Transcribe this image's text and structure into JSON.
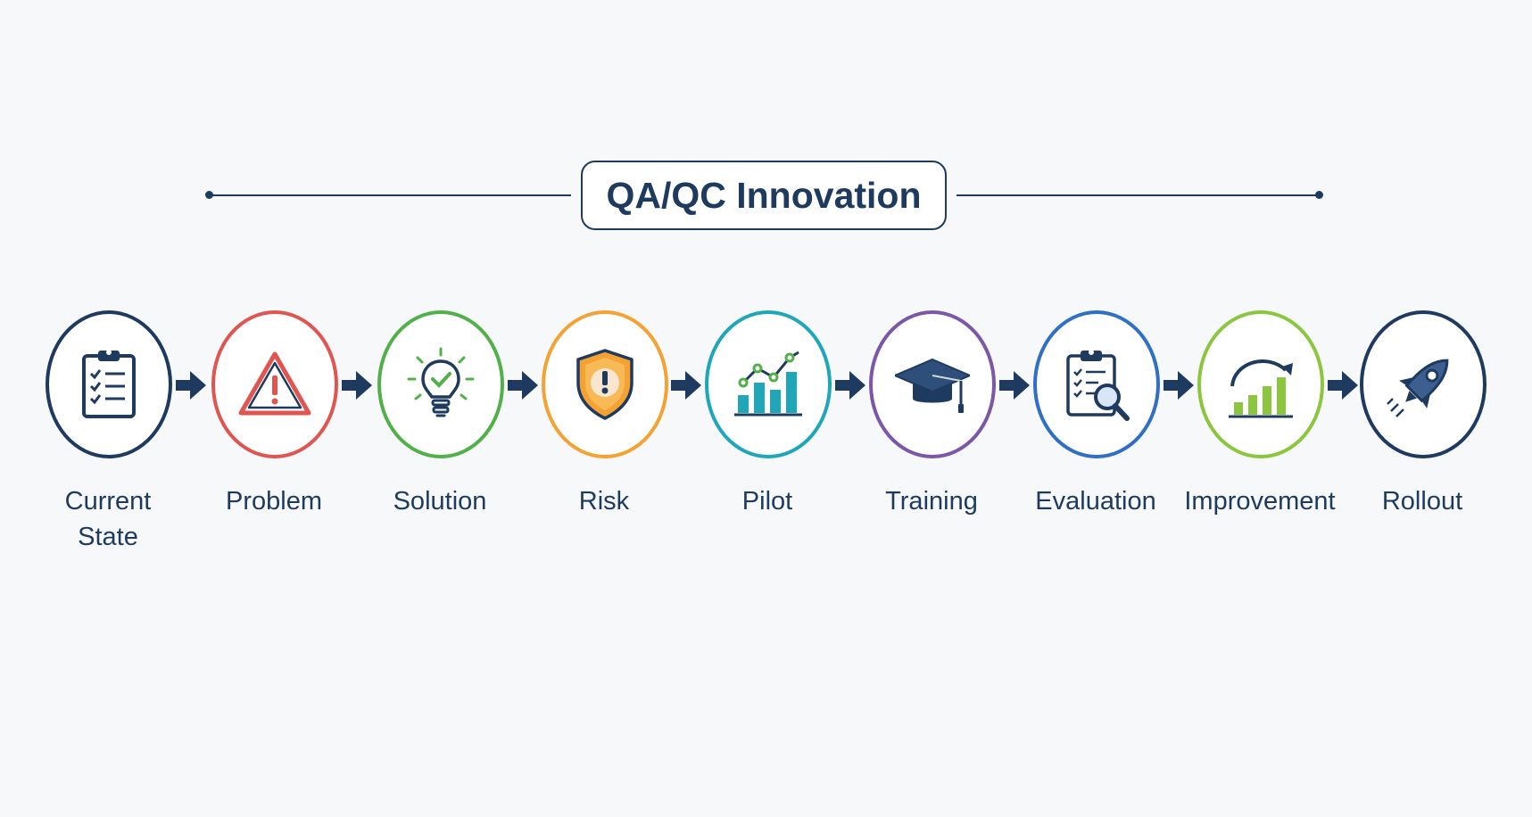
{
  "title": "QA/QC Innovation",
  "colors": {
    "navy": "#1e3a5f",
    "red": "#e05550",
    "green": "#52b04a",
    "orange": "#f4a233",
    "teal": "#1fa6b8",
    "purple": "#7b57a8",
    "blue": "#2f6fc4",
    "lime": "#8cc63f"
  },
  "steps": [
    {
      "label_lines": [
        "Current",
        "State"
      ],
      "icon": "clipboard-checklist-icon",
      "ring_color": "#1e3a5f"
    },
    {
      "label_lines": [
        "Problem"
      ],
      "icon": "warning-triangle-icon",
      "ring_color": "#e05550"
    },
    {
      "label_lines": [
        "Solution"
      ],
      "icon": "lightbulb-check-icon",
      "ring_color": "#52b04a"
    },
    {
      "label_lines": [
        "Risk"
      ],
      "icon": "shield-alert-icon",
      "ring_color": "#f4a233"
    },
    {
      "label_lines": [
        "Pilot"
      ],
      "icon": "bar-line-chart-icon",
      "ring_color": "#1fa6b8"
    },
    {
      "label_lines": [
        "Training"
      ],
      "icon": "graduation-cap-icon",
      "ring_color": "#7b57a8"
    },
    {
      "label_lines": [
        "Evaluation"
      ],
      "icon": "clipboard-magnifier-icon",
      "ring_color": "#2f6fc4"
    },
    {
      "label_lines": [
        "Improvement"
      ],
      "icon": "growth-chart-icon",
      "ring_color": "#8cc63f"
    },
    {
      "label_lines": [
        "Rollout"
      ],
      "icon": "rocket-icon",
      "ring_color": "#1e3a5f"
    }
  ]
}
